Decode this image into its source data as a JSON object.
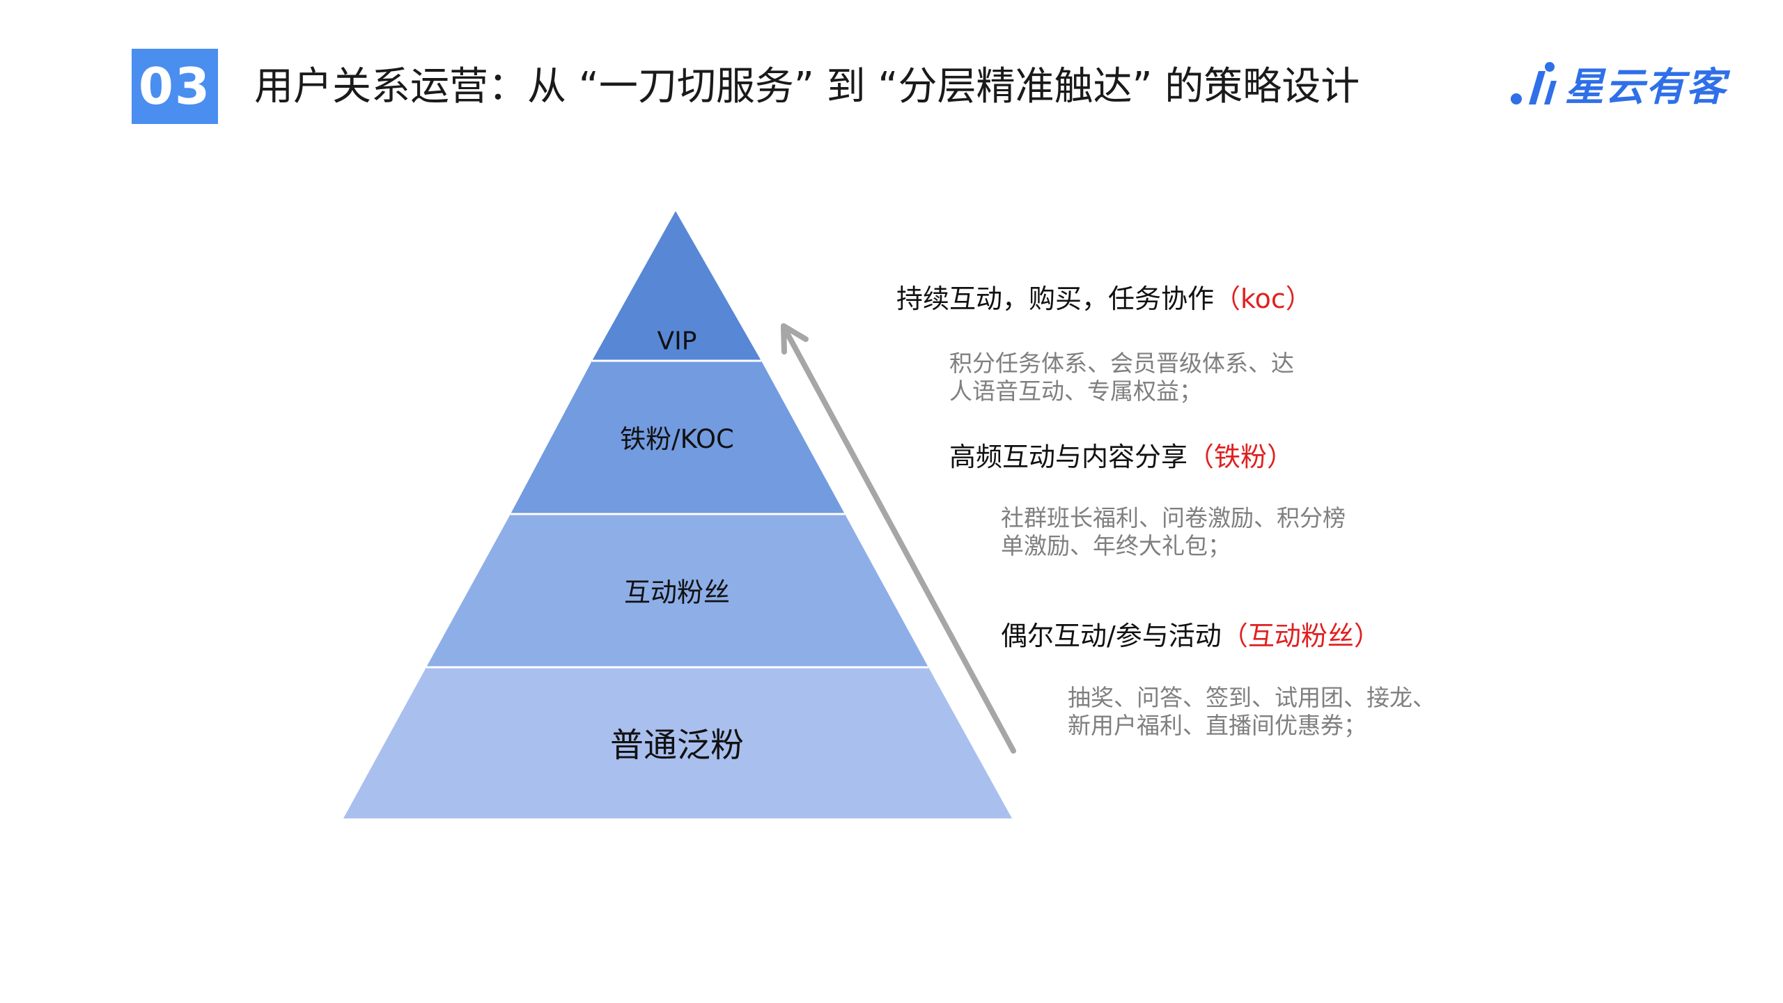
{
  "header": {
    "section_number": "03",
    "title": "用户关系运营：从 “一刀切服务” 到 “分层精准触达” 的策略设计",
    "brand_name": "星云有客",
    "brand_color": "#2f6fe8",
    "badge_color": "#4a8ef0"
  },
  "pyramid": {
    "levels": [
      {
        "label": "VIP",
        "color": "#5887d6"
      },
      {
        "label": "铁粉/KOC",
        "color": "#729be0"
      },
      {
        "label": "互动粉丝",
        "color": "#8eaee8"
      },
      {
        "label": "普通泛粉",
        "color": "#a9bfee"
      }
    ],
    "arrow_color": "#a6a6a6"
  },
  "strategies": [
    {
      "heading": "持续互动，购买，任务协作",
      "tag": "（koc）",
      "desc_lines": [
        "积分任务体系、会员晋级体系、达",
        "人语音互动、专属权益；"
      ]
    },
    {
      "heading": "高频互动与内容分享",
      "tag": "（铁粉）",
      "desc_lines": [
        "社群班长福利、问卷激励、积分榜",
        "单激励、年终大礼包；"
      ]
    },
    {
      "heading": "偶尔互动/参与活动",
      "tag": "（互动粉丝）",
      "desc_lines": [
        "抽奖、问答、签到、试用团、接龙、",
        "新用户福利、直播间优惠券；"
      ]
    }
  ]
}
